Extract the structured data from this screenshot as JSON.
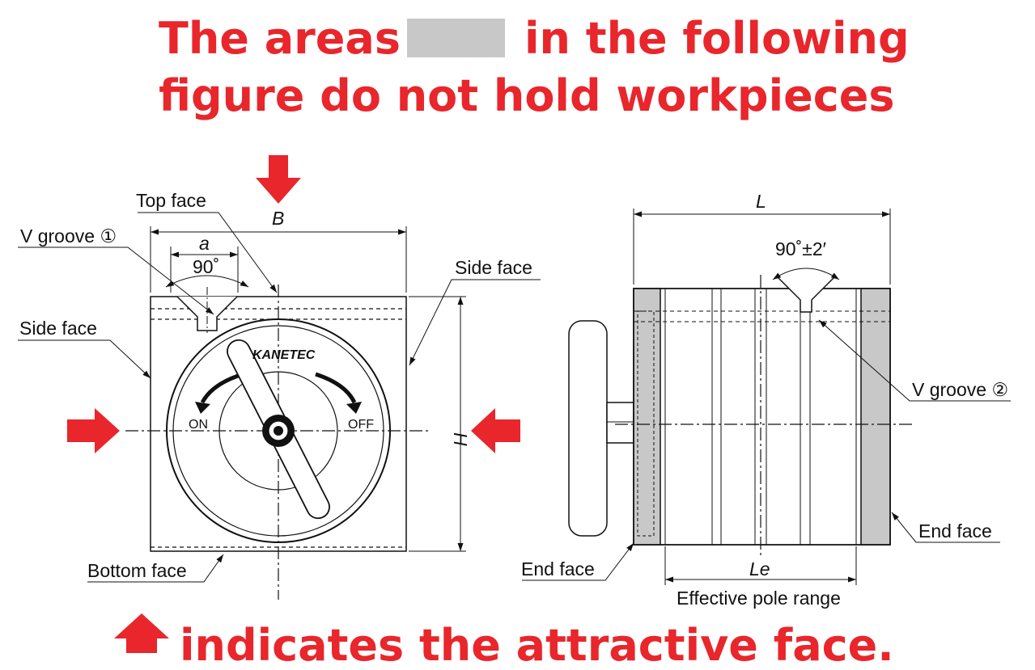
{
  "heading": {
    "line1_part1": "The areas",
    "line1_part2": "in the following",
    "line2": "figure do not hold workpieces",
    "color": "#e8262b",
    "swatch_color": "#c8c8c8"
  },
  "footer": {
    "text": "indicates the attractive face.",
    "color": "#e8262b"
  },
  "front_view": {
    "label_top_face": "Top face",
    "label_v_groove_1": "V groove ①",
    "label_side_face_left": "Side face",
    "label_side_face_right": "Side face",
    "label_bottom_face": "Bottom face",
    "dim_b": "B",
    "dim_a": "a",
    "dim_h": "H",
    "angle_90": "90˚",
    "brand": "KANETEC",
    "switch_on": "ON",
    "switch_off": "OFF"
  },
  "side_view": {
    "dim_l": "L",
    "angle_tol": "90˚±2′",
    "label_v_groove_2": "V groove ②",
    "label_end_face_right": "End face",
    "label_end_face_left": "End face",
    "dim_le": "Le",
    "label_effective_pole_range": "Effective pole range"
  },
  "colors": {
    "arrow": "#e8262b",
    "shaded": "#c8c8c8",
    "line": "#111111"
  }
}
